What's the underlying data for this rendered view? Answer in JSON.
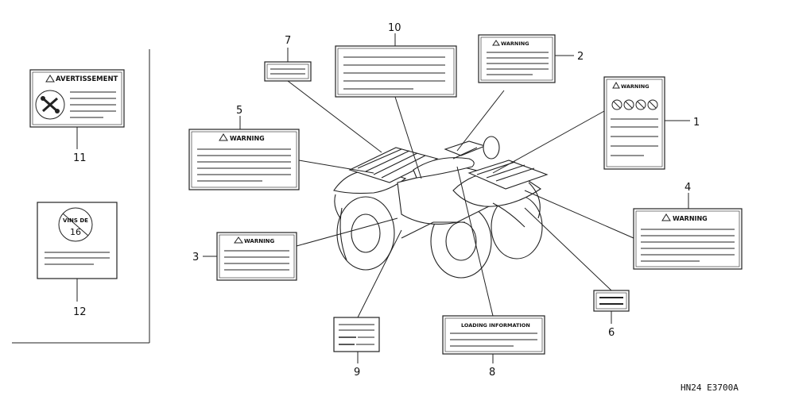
{
  "diagram_code": "HN24  E3700A",
  "callouts": [
    "1",
    "2",
    "3",
    "4",
    "5",
    "6",
    "7",
    "8",
    "9",
    "10",
    "11",
    "12"
  ],
  "labels": {
    "warning": "WARNING",
    "avertissement": "AVERTISSEMENT",
    "loading_information": "LOADING INFORMATION",
    "vins_de": "VINS DE",
    "vins_num": "16"
  },
  "icons": [
    "warning-triangle-icon",
    "tools-icon",
    "no-passenger-icon",
    "vin-seal-icon"
  ]
}
